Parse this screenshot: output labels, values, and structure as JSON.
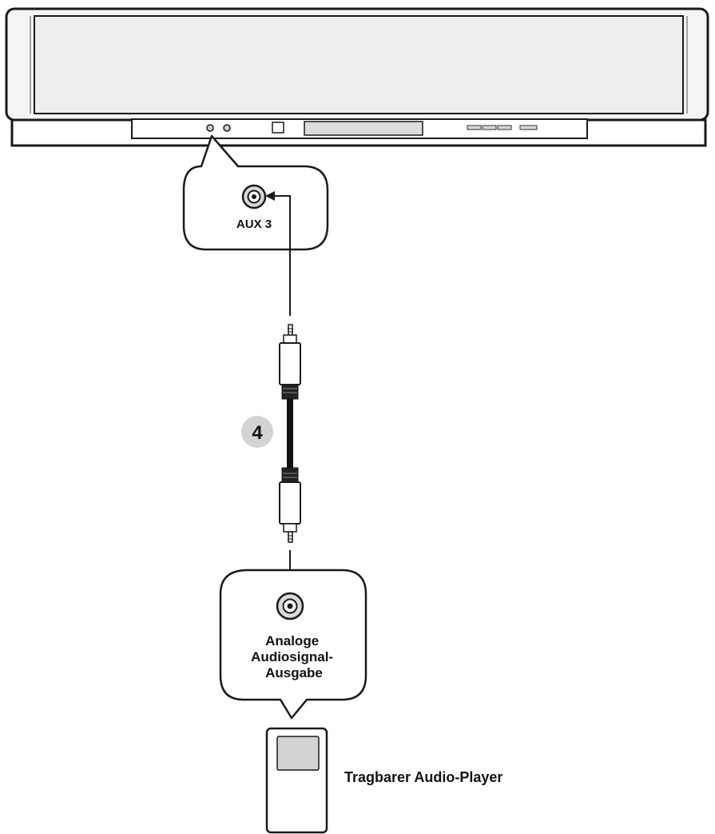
{
  "diagram": {
    "step_number": "4",
    "aux_jack_label": "AUX 3",
    "output_label_lines": [
      "Analoge",
      "Audiosignal-",
      "Ausgabe"
    ],
    "player_label": "Tragbarer Audio-Player"
  },
  "colors": {
    "outline": "#1a1a1a",
    "panel_fill": "#f2f2f2",
    "display_fill": "#dcdcdc",
    "step_badge": "#d3d3d3",
    "cable": "#111111"
  }
}
